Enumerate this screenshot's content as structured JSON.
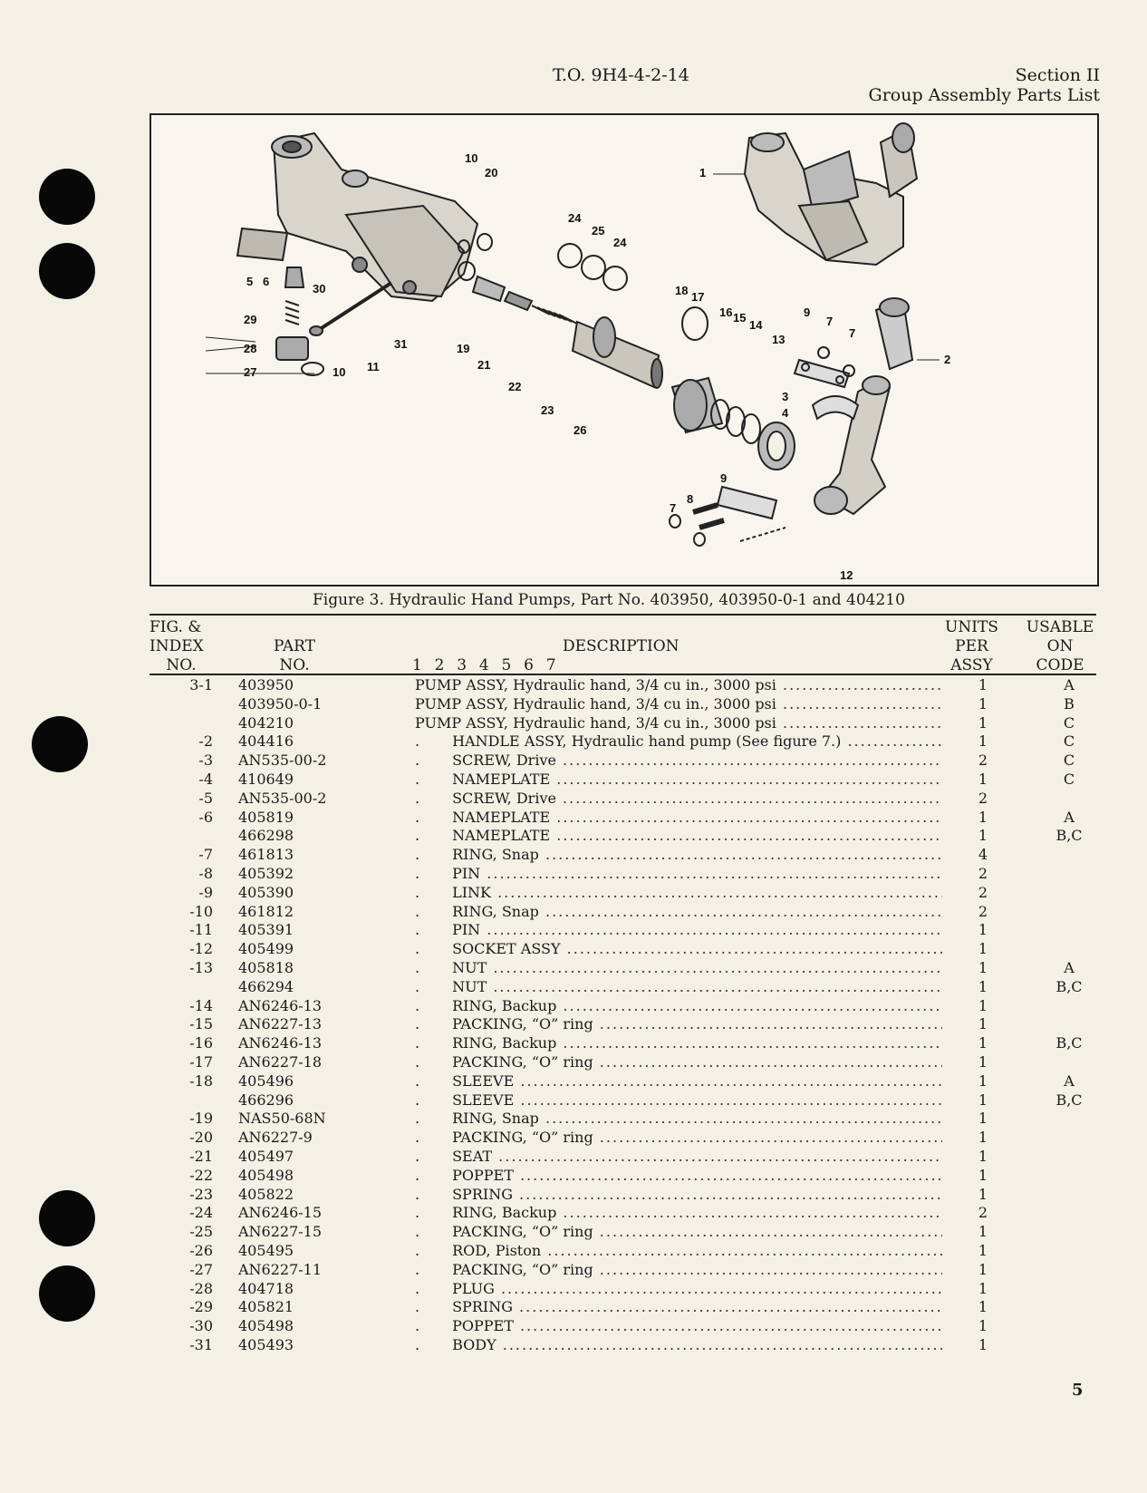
{
  "header": {
    "to_number": "T.O. 9H4-4-2-14",
    "section": "Section II",
    "subsection": "Group Assembly Parts List"
  },
  "figure": {
    "caption": "Figure 3. Hydraulic Hand Pumps, Part No. 403950, 403950-0-1 and 404210",
    "callouts": [
      "1",
      "2",
      "3",
      "4",
      "5",
      "6",
      "7",
      "7",
      "7",
      "8",
      "9",
      "9",
      "10",
      "10",
      "11",
      "12",
      "13",
      "14",
      "15",
      "16",
      "17",
      "18",
      "19",
      "20",
      "21",
      "22",
      "23",
      "24",
      "24",
      "25",
      "26",
      "27",
      "28",
      "29",
      "30",
      "31"
    ]
  },
  "table": {
    "headers": {
      "index": [
        "FIG. &",
        "INDEX",
        "NO."
      ],
      "part": [
        "PART",
        "NO."
      ],
      "description": [
        "DESCRIPTION",
        "1  2  3  4  5  6  7"
      ],
      "units": [
        "UNITS",
        "PER",
        "ASSY"
      ],
      "usable": [
        "USABLE",
        "ON",
        "CODE"
      ]
    },
    "rows": [
      {
        "idx": "3-1",
        "part": "403950",
        "desc": "PUMP ASSY, Hydraulic hand, 3/4 cu in., 3000 psi",
        "indent": 0,
        "units": "1",
        "code": "A"
      },
      {
        "idx": "",
        "part": "403950-0-1",
        "desc": "PUMP ASSY, Hydraulic hand, 3/4 cu in., 3000 psi",
        "indent": 0,
        "units": "1",
        "code": "B"
      },
      {
        "idx": "",
        "part": "404210",
        "desc": "PUMP ASSY, Hydraulic hand, 3/4 cu in., 3000 psi",
        "indent": 0,
        "units": "1",
        "code": "C"
      },
      {
        "idx": "-2",
        "part": "404416",
        "desc": "HANDLE ASSY, Hydraulic hand pump (See figure 7.)",
        "indent": 1,
        "units": "1",
        "code": "C"
      },
      {
        "idx": "-3",
        "part": "AN535-00-2",
        "desc": "SCREW, Drive",
        "indent": 1,
        "units": "2",
        "code": "C"
      },
      {
        "idx": "-4",
        "part": "410649",
        "desc": "NAMEPLATE",
        "indent": 1,
        "units": "1",
        "code": "C"
      },
      {
        "idx": "-5",
        "part": "AN535-00-2",
        "desc": "SCREW, Drive",
        "indent": 1,
        "units": "2",
        "code": ""
      },
      {
        "idx": "-6",
        "part": "405819",
        "desc": "NAMEPLATE",
        "indent": 1,
        "units": "1",
        "code": "A"
      },
      {
        "idx": "",
        "part": "466298",
        "desc": "NAMEPLATE",
        "indent": 1,
        "units": "1",
        "code": "B,C"
      },
      {
        "idx": "-7",
        "part": "461813",
        "desc": "RING, Snap",
        "indent": 1,
        "units": "4",
        "code": ""
      },
      {
        "idx": "-8",
        "part": "405392",
        "desc": "PIN",
        "indent": 1,
        "units": "2",
        "code": ""
      },
      {
        "idx": "-9",
        "part": "405390",
        "desc": "LINK",
        "indent": 1,
        "units": "2",
        "code": ""
      },
      {
        "idx": "-10",
        "part": "461812",
        "desc": "RING, Snap",
        "indent": 1,
        "units": "2",
        "code": ""
      },
      {
        "idx": "-11",
        "part": "405391",
        "desc": "PIN",
        "indent": 1,
        "units": "1",
        "code": ""
      },
      {
        "idx": "-12",
        "part": "405499",
        "desc": "SOCKET ASSY",
        "indent": 1,
        "units": "1",
        "code": ""
      },
      {
        "idx": "-13",
        "part": "405818",
        "desc": "NUT",
        "indent": 1,
        "units": "1",
        "code": "A"
      },
      {
        "idx": "",
        "part": "466294",
        "desc": "NUT",
        "indent": 1,
        "units": "1",
        "code": "B,C"
      },
      {
        "idx": "-14",
        "part": "AN6246-13",
        "desc": "RING, Backup",
        "indent": 1,
        "units": "1",
        "code": ""
      },
      {
        "idx": "-15",
        "part": "AN6227-13",
        "desc": "PACKING, “O” ring",
        "indent": 1,
        "units": "1",
        "code": ""
      },
      {
        "idx": "-16",
        "part": "AN6246-13",
        "desc": "RING, Backup",
        "indent": 1,
        "units": "1",
        "code": "B,C"
      },
      {
        "idx": "-17",
        "part": "AN6227-18",
        "desc": "PACKING, “O” ring",
        "indent": 1,
        "units": "1",
        "code": ""
      },
      {
        "idx": "-18",
        "part": "405496",
        "desc": "SLEEVE",
        "indent": 1,
        "units": "1",
        "code": "A"
      },
      {
        "idx": "",
        "part": "466296",
        "desc": "SLEEVE",
        "indent": 1,
        "units": "1",
        "code": "B,C"
      },
      {
        "idx": "-19",
        "part": "NAS50-68N",
        "desc": "RING, Snap",
        "indent": 1,
        "units": "1",
        "code": ""
      },
      {
        "idx": "-20",
        "part": "AN6227-9",
        "desc": "PACKING, “O” ring",
        "indent": 1,
        "units": "1",
        "code": ""
      },
      {
        "idx": "-21",
        "part": "405497",
        "desc": "SEAT",
        "indent": 1,
        "units": "1",
        "code": ""
      },
      {
        "idx": "-22",
        "part": "405498",
        "desc": "POPPET",
        "indent": 1,
        "units": "1",
        "code": ""
      },
      {
        "idx": "-23",
        "part": "405822",
        "desc": "SPRING",
        "indent": 1,
        "units": "1",
        "code": ""
      },
      {
        "idx": "-24",
        "part": "AN6246-15",
        "desc": "RING, Backup",
        "indent": 1,
        "units": "2",
        "code": ""
      },
      {
        "idx": "-25",
        "part": "AN6227-15",
        "desc": "PACKING, “O” ring",
        "indent": 1,
        "units": "1",
        "code": ""
      },
      {
        "idx": "-26",
        "part": "405495",
        "desc": "ROD, Piston",
        "indent": 1,
        "units": "1",
        "code": ""
      },
      {
        "idx": "-27",
        "part": "AN6227-11",
        "desc": "PACKING, “O” ring",
        "indent": 1,
        "units": "1",
        "code": ""
      },
      {
        "idx": "-28",
        "part": "404718",
        "desc": "PLUG",
        "indent": 1,
        "units": "1",
        "code": ""
      },
      {
        "idx": "-29",
        "part": "405821",
        "desc": "SPRING",
        "indent": 1,
        "units": "1",
        "code": ""
      },
      {
        "idx": "-30",
        "part": "405498",
        "desc": "POPPET",
        "indent": 1,
        "units": "1",
        "code": ""
      },
      {
        "idx": "-31",
        "part": "405493",
        "desc": "BODY",
        "indent": 1,
        "units": "1",
        "code": ""
      }
    ]
  },
  "page_number": "5"
}
